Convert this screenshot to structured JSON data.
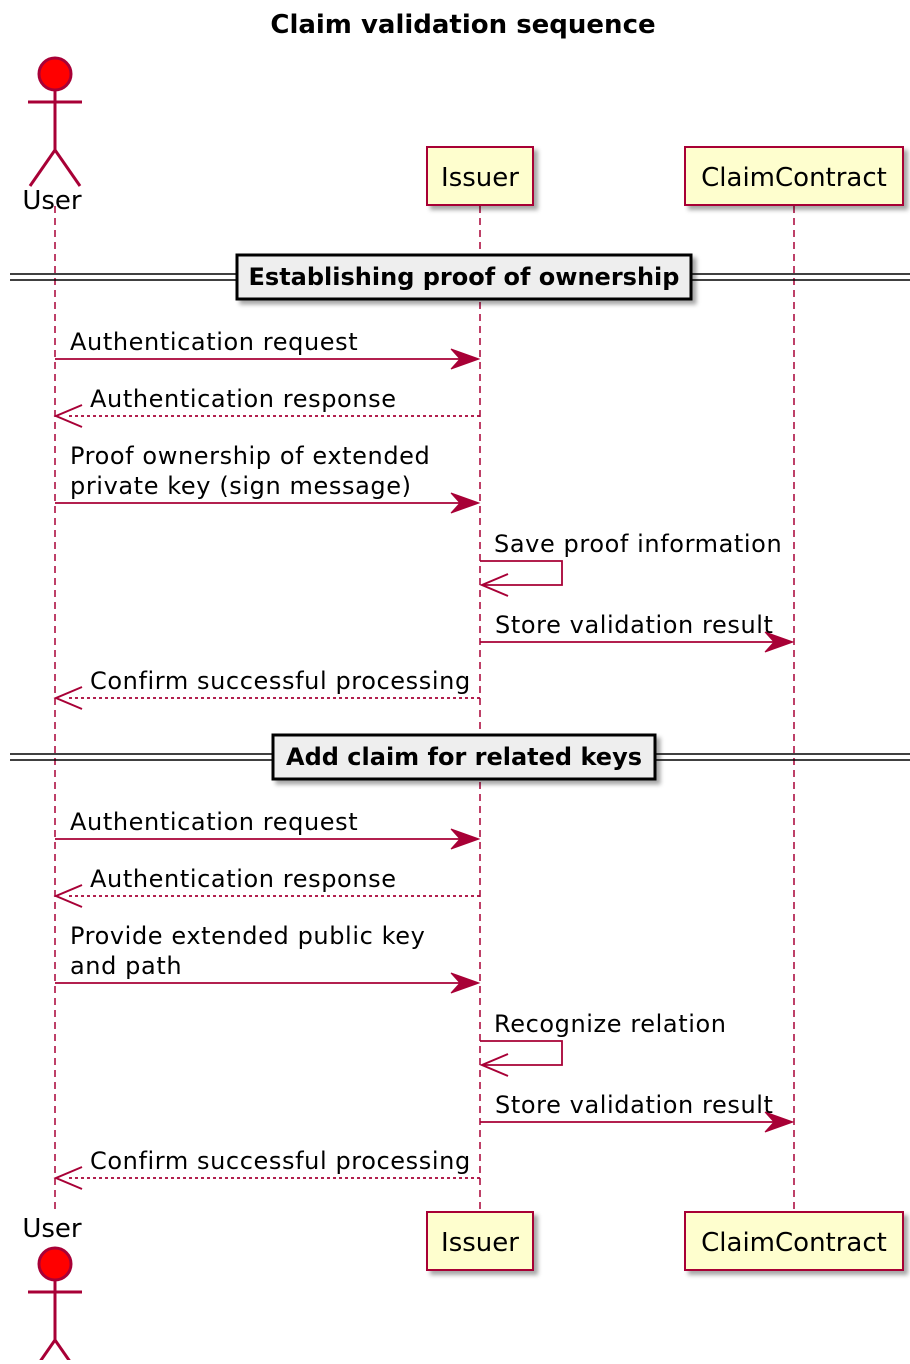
{
  "diagram": {
    "title": "Claim validation sequence",
    "colors": {
      "line": "#A80036",
      "participant_fill": "#FEFECE",
      "actor_fill": "#FF0000",
      "divider_fill": "#EEEEEE"
    },
    "participants": [
      {
        "id": "user",
        "label": "User",
        "kind": "actor"
      },
      {
        "id": "issuer",
        "label": "Issuer",
        "kind": "participant"
      },
      {
        "id": "claimcontract",
        "label": "ClaimContract",
        "kind": "participant"
      }
    ],
    "sections": [
      {
        "label": "Establishing proof of ownership",
        "messages": [
          {
            "from": "user",
            "to": "issuer",
            "style": "solid",
            "lines": [
              "Authentication request"
            ]
          },
          {
            "from": "issuer",
            "to": "user",
            "style": "dashed",
            "lines": [
              "Authentication response"
            ]
          },
          {
            "from": "user",
            "to": "issuer",
            "style": "solid",
            "lines": [
              "Proof ownership of extended",
              "private key (sign  message)"
            ]
          },
          {
            "from": "issuer",
            "to": "issuer",
            "style": "self",
            "lines": [
              "Save proof information"
            ]
          },
          {
            "from": "issuer",
            "to": "claimcontract",
            "style": "solid",
            "lines": [
              "Store validation result"
            ]
          },
          {
            "from": "issuer",
            "to": "user",
            "style": "dashed",
            "lines": [
              "Confirm successful processing"
            ]
          }
        ]
      },
      {
        "label": "Add claim for related keys",
        "messages": [
          {
            "from": "user",
            "to": "issuer",
            "style": "solid",
            "lines": [
              "Authentication request"
            ]
          },
          {
            "from": "issuer",
            "to": "user",
            "style": "dashed",
            "lines": [
              "Authentication response"
            ]
          },
          {
            "from": "user",
            "to": "issuer",
            "style": "solid",
            "lines": [
              "Provide extended public key",
              "and path"
            ]
          },
          {
            "from": "issuer",
            "to": "issuer",
            "style": "self",
            "lines": [
              "Recognize relation"
            ]
          },
          {
            "from": "issuer",
            "to": "claimcontract",
            "style": "solid",
            "lines": [
              "Store validation result"
            ]
          },
          {
            "from": "issuer",
            "to": "user",
            "style": "dashed",
            "lines": [
              "Confirm successful processing"
            ]
          }
        ]
      }
    ]
  }
}
